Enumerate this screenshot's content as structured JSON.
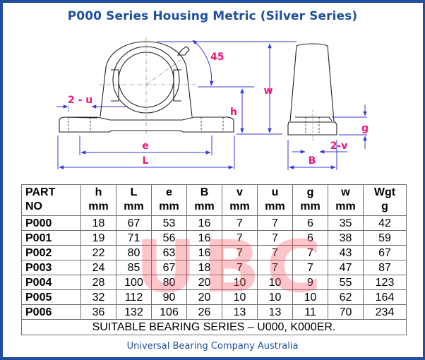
{
  "title": "P000 Series Housing Metric (Silver Series)",
  "diagram": {
    "front_view_labels": {
      "angle": "45",
      "bolt_hole": "2 - u",
      "height": "h",
      "bolt_centers": "e",
      "length": "L"
    },
    "side_view_labels": {
      "total_height": "w",
      "base_thickness": "g",
      "bolt_slot": "2-v",
      "width": "B"
    },
    "colors": {
      "outline": "#222222",
      "dimension_lines": "#3a3adc",
      "labels": "#f0147a"
    }
  },
  "watermark": "UBC",
  "table": {
    "headers": [
      {
        "line1": "PART",
        "line2": "NO"
      },
      {
        "line1": "h",
        "line2": "mm"
      },
      {
        "line1": "L",
        "line2": "mm"
      },
      {
        "line1": "e",
        "line2": "mm"
      },
      {
        "line1": "B",
        "line2": "mm"
      },
      {
        "line1": "v",
        "line2": "mm"
      },
      {
        "line1": "u",
        "line2": "mm"
      },
      {
        "line1": "g",
        "line2": "mm"
      },
      {
        "line1": "w",
        "line2": "mm"
      },
      {
        "line1": "Wgt",
        "line2": "g"
      }
    ],
    "rows": [
      [
        "P000",
        "18",
        "67",
        "53",
        "16",
        "7",
        "7",
        "6",
        "35",
        "42"
      ],
      [
        "P001",
        "19",
        "71",
        "56",
        "16",
        "7",
        "7",
        "6",
        "38",
        "59"
      ],
      [
        "P002",
        "22",
        "80",
        "63",
        "16",
        "7",
        "7",
        "7",
        "43",
        "67"
      ],
      [
        "P003",
        "24",
        "85",
        "67",
        "18",
        "7",
        "7",
        "7",
        "47",
        "87"
      ],
      [
        "P004",
        "28",
        "100",
        "80",
        "20",
        "10",
        "10",
        "9",
        "55",
        "123"
      ],
      [
        "P005",
        "32",
        "112",
        "90",
        "20",
        "10",
        "10",
        "10",
        "62",
        "164"
      ],
      [
        "P006",
        "36",
        "132",
        "106",
        "26",
        "13",
        "13",
        "11",
        "70",
        "234"
      ]
    ],
    "footer": "SUITABLE BEARING SERIES – U000, K000ER."
  },
  "company": "Universal Bearing Company Australia",
  "colors": {
    "brand_blue": "#1f4fa0",
    "frame_border": "#1f4fa0",
    "watermark": "#fa505a"
  }
}
